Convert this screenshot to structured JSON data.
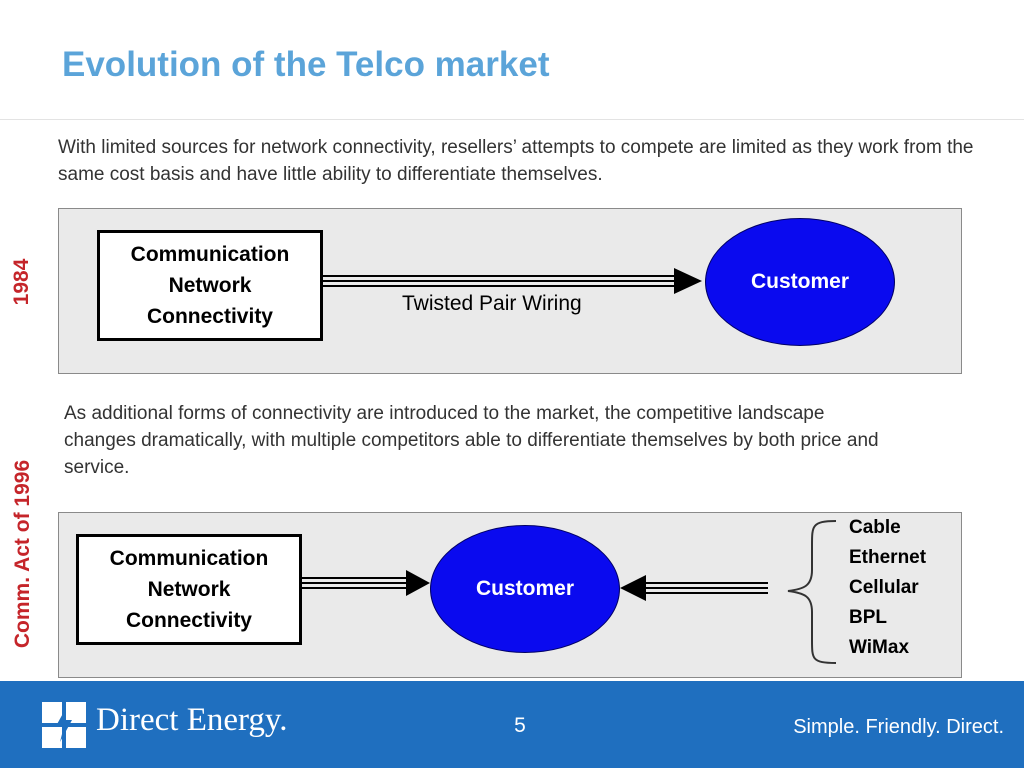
{
  "slide": {
    "title": "Evolution of the Telco market",
    "page_number": "5",
    "tagline": "Simple.  Friendly.  Direct.",
    "logo_text": "Direct Energy."
  },
  "section1984": {
    "era_label": "1984",
    "description": "With limited sources for network connectivity, resellers’ attempts to compete are limited as they work from the same cost basis and have little ability to differentiate themselves.",
    "network_lines": [
      "Communication",
      "Network",
      "Connectivity"
    ],
    "customer_label": "Customer",
    "link_label": "Twisted Pair Wiring"
  },
  "section1996": {
    "era_label": "Comm. Act of 1996",
    "description": "As additional forms of connectivity are introduced to the market, the competitive landscape changes dramatically, with multiple competitors able to differentiate themselves by both price and service.",
    "network_lines": [
      "Communication",
      "Network",
      "Connectivity"
    ],
    "customer_label": "Customer",
    "options": [
      "Cable",
      "Ethernet",
      "Cellular",
      "BPL",
      "WiMax"
    ]
  },
  "colors": {
    "title": "#5ba4d9",
    "era_label": "#c5252a",
    "customer_fill": "#0a0aef",
    "footer": "#1f6fbf"
  }
}
